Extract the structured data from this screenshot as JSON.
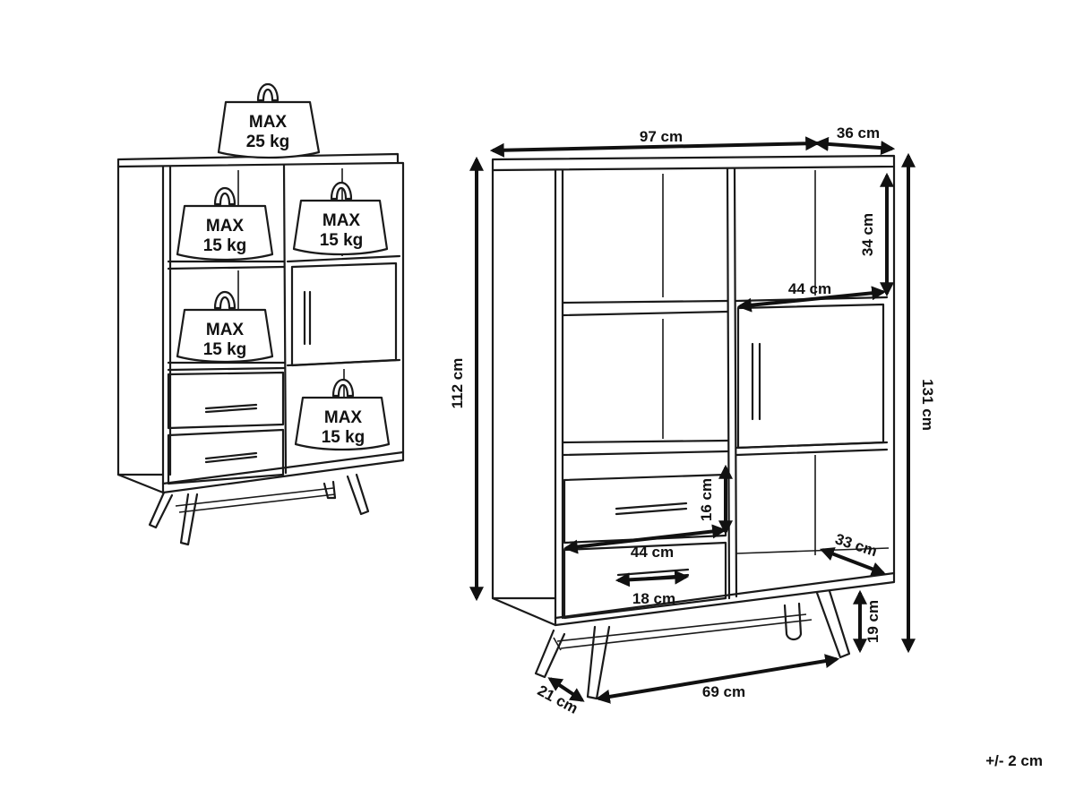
{
  "weights": {
    "top": {
      "line1": "MAX",
      "line2": "25 kg"
    },
    "top_left_cube": {
      "line1": "MAX",
      "line2": "15 kg"
    },
    "top_right_cube": {
      "line1": "MAX",
      "line2": "15 kg"
    },
    "middle_left_cube": {
      "line1": "MAX",
      "line2": "15 kg"
    },
    "bottom_right_cube": {
      "line1": "MAX",
      "line2": "15 kg"
    }
  },
  "dimensions": {
    "width": "97 cm",
    "depth": "36 cm",
    "compartment_height": "34 cm",
    "door_width": "44 cm",
    "body_height": "112 cm",
    "total_height": "131 cm",
    "drawer_height": "16 cm",
    "drawer_width": "44 cm",
    "handle_width": "18 cm",
    "inner_depth": "33 cm",
    "leg_height": "19 cm",
    "leg_spread": "69 cm",
    "leg_depth": "21 cm"
  },
  "tolerance_note": "+/- 2 cm"
}
